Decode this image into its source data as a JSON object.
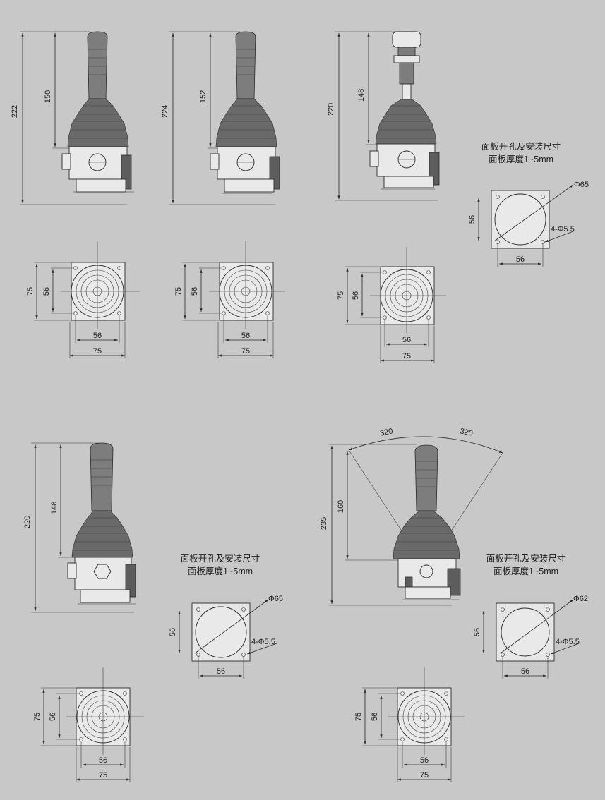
{
  "front_views": [
    {
      "id": "fv1",
      "overall_height": "222",
      "lever_height": "150",
      "handle": "grip"
    },
    {
      "id": "fv2",
      "overall_height": "224",
      "lever_height": "152",
      "handle": "grip"
    },
    {
      "id": "fv3",
      "overall_height": "220",
      "lever_height": "148",
      "handle": "knob"
    },
    {
      "id": "fv4",
      "overall_height": "220",
      "lever_height": "148",
      "handle": "grip"
    },
    {
      "id": "fv5",
      "overall_height": "235",
      "lever_height": "160",
      "handle": "grip",
      "swing_left": "320",
      "swing_right": "320"
    }
  ],
  "top_views": [
    {
      "id": "tv1",
      "outer_v": "75",
      "inner_v": "56",
      "inner_h": "56",
      "outer_h": "75"
    },
    {
      "id": "tv2",
      "outer_v": "75",
      "inner_v": "56",
      "inner_h": "56",
      "outer_h": "75"
    },
    {
      "id": "tv3",
      "outer_v": "75",
      "inner_v": "56",
      "inner_h": "56",
      "outer_h": "75"
    },
    {
      "id": "tv4",
      "outer_v": "75",
      "inner_v": "56",
      "inner_h": "56",
      "outer_h": "75"
    },
    {
      "id": "tv5",
      "outer_v": "75",
      "inner_v": "56",
      "inner_h": "56",
      "outer_h": "75"
    }
  ],
  "panel_cutouts": [
    {
      "id": "pc1",
      "title": "面板开孔及安装尺寸",
      "subtitle": "面板厚度1~5mm",
      "diameter": "Φ65",
      "holes": "4-Φ5.5",
      "width": "56",
      "height": "56"
    },
    {
      "id": "pc2",
      "title": "面板开孔及安装尺寸",
      "subtitle": "面板厚度1~5mm",
      "diameter": "Φ65",
      "holes": "4-Φ5.5",
      "width": "56",
      "height": "56"
    },
    {
      "id": "pc3",
      "title": "面板开孔及安装尺寸",
      "subtitle": "面板厚度1~5mm",
      "diameter": "Φ62",
      "holes": "4-Φ5.5",
      "width": "56",
      "height": "56"
    }
  ],
  "colors": {
    "background": "#c8c8c8",
    "line": "#2a2a2a",
    "body": "#e9e9e9",
    "boot": "#6a6a6a"
  }
}
